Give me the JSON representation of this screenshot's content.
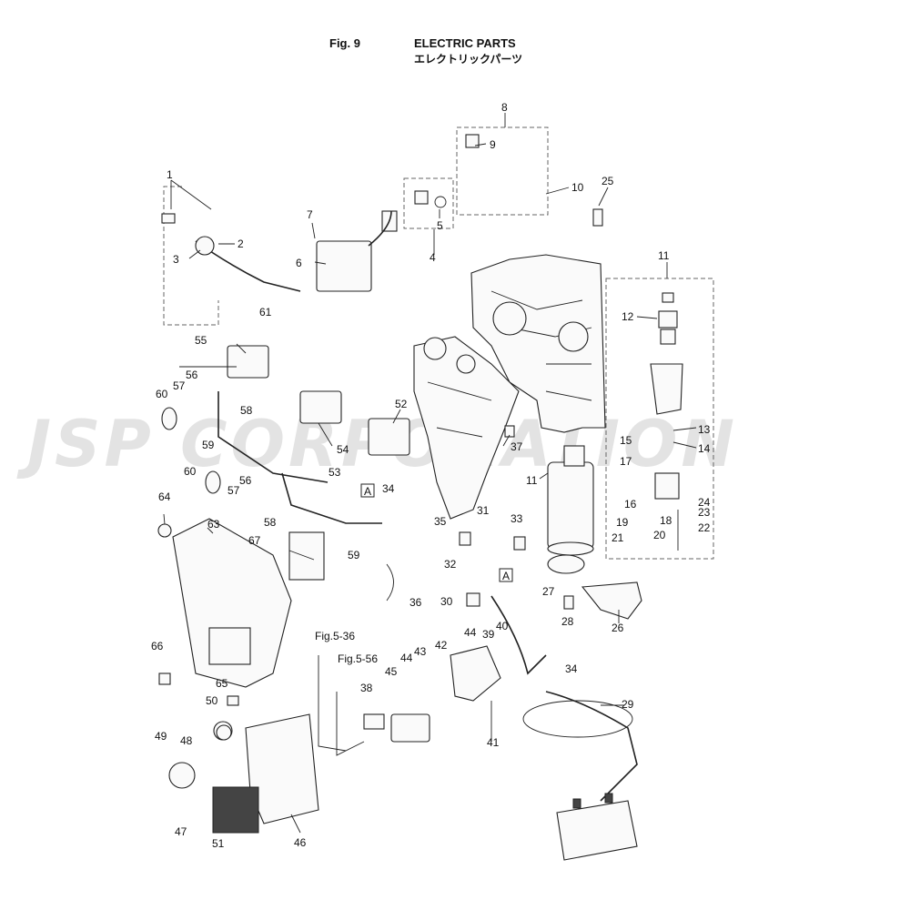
{
  "header": {
    "fig_label": "Fig. 9",
    "title": "ELECTRIC PARTS",
    "subtitle": "エレクトリックパーツ"
  },
  "watermark": "JSP CORPORATION",
  "callouts": [
    {
      "id": "c1",
      "text": "1"
    },
    {
      "id": "c2",
      "text": "2"
    },
    {
      "id": "c3",
      "text": "3"
    },
    {
      "id": "c4",
      "text": "4"
    },
    {
      "id": "c5",
      "text": "5"
    },
    {
      "id": "c6",
      "text": "6"
    },
    {
      "id": "c7",
      "text": "7"
    },
    {
      "id": "c8",
      "text": "8"
    },
    {
      "id": "c9",
      "text": "9"
    },
    {
      "id": "c10",
      "text": "10"
    },
    {
      "id": "c11a",
      "text": "11"
    },
    {
      "id": "c11b",
      "text": "11"
    },
    {
      "id": "c12",
      "text": "12"
    },
    {
      "id": "c13",
      "text": "13"
    },
    {
      "id": "c14",
      "text": "14"
    },
    {
      "id": "c15",
      "text": "15"
    },
    {
      "id": "c16",
      "text": "16"
    },
    {
      "id": "c17",
      "text": "17"
    },
    {
      "id": "c18",
      "text": "18"
    },
    {
      "id": "c19",
      "text": "19"
    },
    {
      "id": "c20",
      "text": "20"
    },
    {
      "id": "c21",
      "text": "21"
    },
    {
      "id": "c22",
      "text": "22"
    },
    {
      "id": "c23",
      "text": "23"
    },
    {
      "id": "c24",
      "text": "24"
    },
    {
      "id": "c25",
      "text": "25"
    },
    {
      "id": "c26",
      "text": "26"
    },
    {
      "id": "c27",
      "text": "27"
    },
    {
      "id": "c28",
      "text": "28"
    },
    {
      "id": "c29",
      "text": "29"
    },
    {
      "id": "c30",
      "text": "30"
    },
    {
      "id": "c31",
      "text": "31"
    },
    {
      "id": "c32",
      "text": "32"
    },
    {
      "id": "c33",
      "text": "33"
    },
    {
      "id": "c34a",
      "text": "34"
    },
    {
      "id": "c34b",
      "text": "34"
    },
    {
      "id": "c35",
      "text": "35"
    },
    {
      "id": "c36",
      "text": "36"
    },
    {
      "id": "c37",
      "text": "37"
    },
    {
      "id": "c38",
      "text": "38"
    },
    {
      "id": "c39",
      "text": "39"
    },
    {
      "id": "c40",
      "text": "40"
    },
    {
      "id": "c41",
      "text": "41"
    },
    {
      "id": "c42",
      "text": "42"
    },
    {
      "id": "c43",
      "text": "43"
    },
    {
      "id": "c44a",
      "text": "44"
    },
    {
      "id": "c44b",
      "text": "44"
    },
    {
      "id": "c45",
      "text": "45"
    },
    {
      "id": "c46",
      "text": "46"
    },
    {
      "id": "c47",
      "text": "47"
    },
    {
      "id": "c48",
      "text": "48"
    },
    {
      "id": "c49",
      "text": "49"
    },
    {
      "id": "c50",
      "text": "50"
    },
    {
      "id": "c51",
      "text": "51"
    },
    {
      "id": "c52",
      "text": "52"
    },
    {
      "id": "c53",
      "text": "53"
    },
    {
      "id": "c54",
      "text": "54"
    },
    {
      "id": "c55",
      "text": "55"
    },
    {
      "id": "c56a",
      "text": "56"
    },
    {
      "id": "c56b",
      "text": "56"
    },
    {
      "id": "c57a",
      "text": "57"
    },
    {
      "id": "c57b",
      "text": "57"
    },
    {
      "id": "c58a",
      "text": "58"
    },
    {
      "id": "c58b",
      "text": "58"
    },
    {
      "id": "c59a",
      "text": "59"
    },
    {
      "id": "c59b",
      "text": "59"
    },
    {
      "id": "c60a",
      "text": "60"
    },
    {
      "id": "c60b",
      "text": "60"
    },
    {
      "id": "c61",
      "text": "61"
    },
    {
      "id": "c63",
      "text": "63"
    },
    {
      "id": "c64",
      "text": "64"
    },
    {
      "id": "c65",
      "text": "65"
    },
    {
      "id": "c66",
      "text": "66"
    },
    {
      "id": "c67",
      "text": "67"
    },
    {
      "id": "refA1",
      "text": "A"
    },
    {
      "id": "refA2",
      "text": "A"
    },
    {
      "id": "fig536",
      "text": "Fig.5-36"
    },
    {
      "id": "fig556",
      "text": "Fig.5-56"
    }
  ]
}
